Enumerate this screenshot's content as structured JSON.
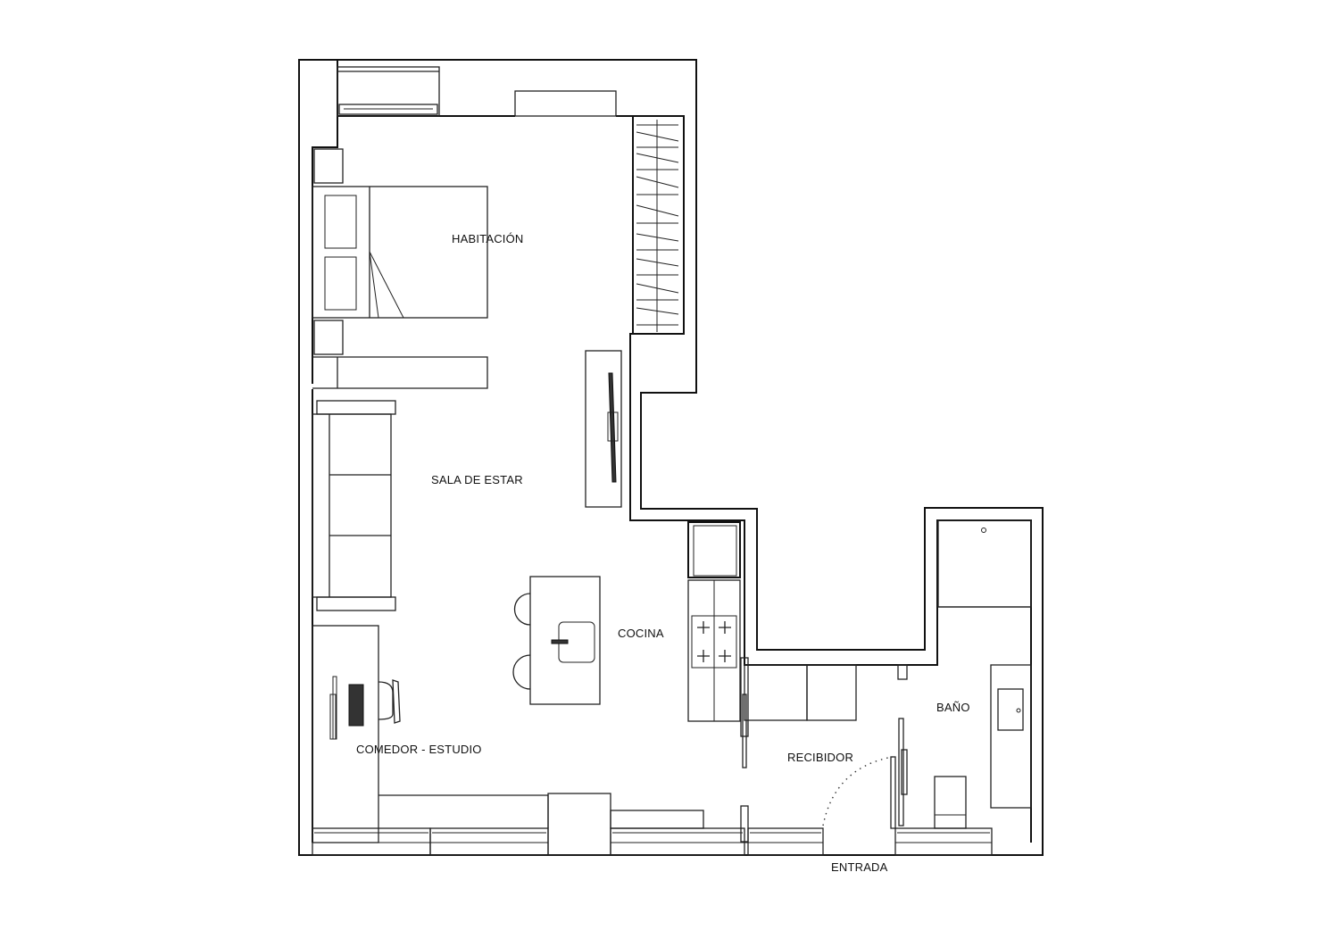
{
  "plan": {
    "rooms": [
      {
        "id": "habitacion",
        "label": "HABITACIÓN"
      },
      {
        "id": "sala",
        "label": "SALA DE ESTAR"
      },
      {
        "id": "cocina",
        "label": "COCINA"
      },
      {
        "id": "comedor",
        "label": "COMEDOR - ESTUDIO"
      },
      {
        "id": "recibidor",
        "label": "RECIBIDOR"
      },
      {
        "id": "bano",
        "label": "BAÑO"
      }
    ],
    "entrance": {
      "label": "ENTRADA"
    },
    "colors": {
      "line": "#111111",
      "background": "#ffffff"
    }
  }
}
